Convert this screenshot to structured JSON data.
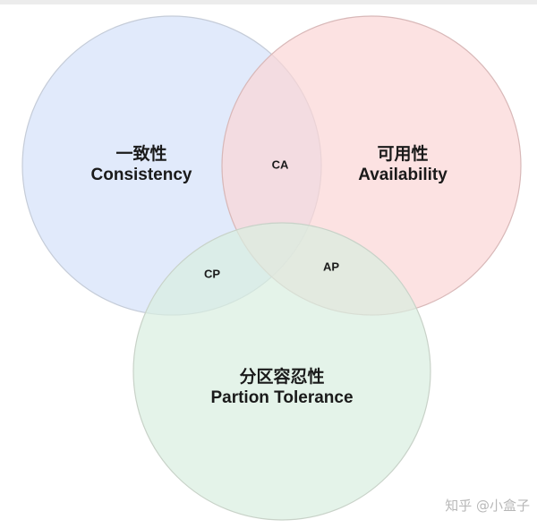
{
  "diagram": {
    "type": "venn",
    "sets": [
      {
        "id": "C",
        "title_zh": "一致性",
        "title_en": "Consistency",
        "color": "#dfe8fb"
      },
      {
        "id": "A",
        "title_zh": "可用性",
        "title_en": "Availability",
        "color": "#fbdcdc"
      },
      {
        "id": "P",
        "title_zh": "分区容忍性",
        "title_en": "Partion Tolerance",
        "color": "#dff0e6"
      }
    ],
    "intersections": [
      {
        "sets": [
          "C",
          "A"
        ],
        "label": "CA"
      },
      {
        "sets": [
          "C",
          "P"
        ],
        "label": "CP"
      },
      {
        "sets": [
          "A",
          "P"
        ],
        "label": "AP"
      }
    ]
  },
  "watermark": "知乎 @小盒子"
}
